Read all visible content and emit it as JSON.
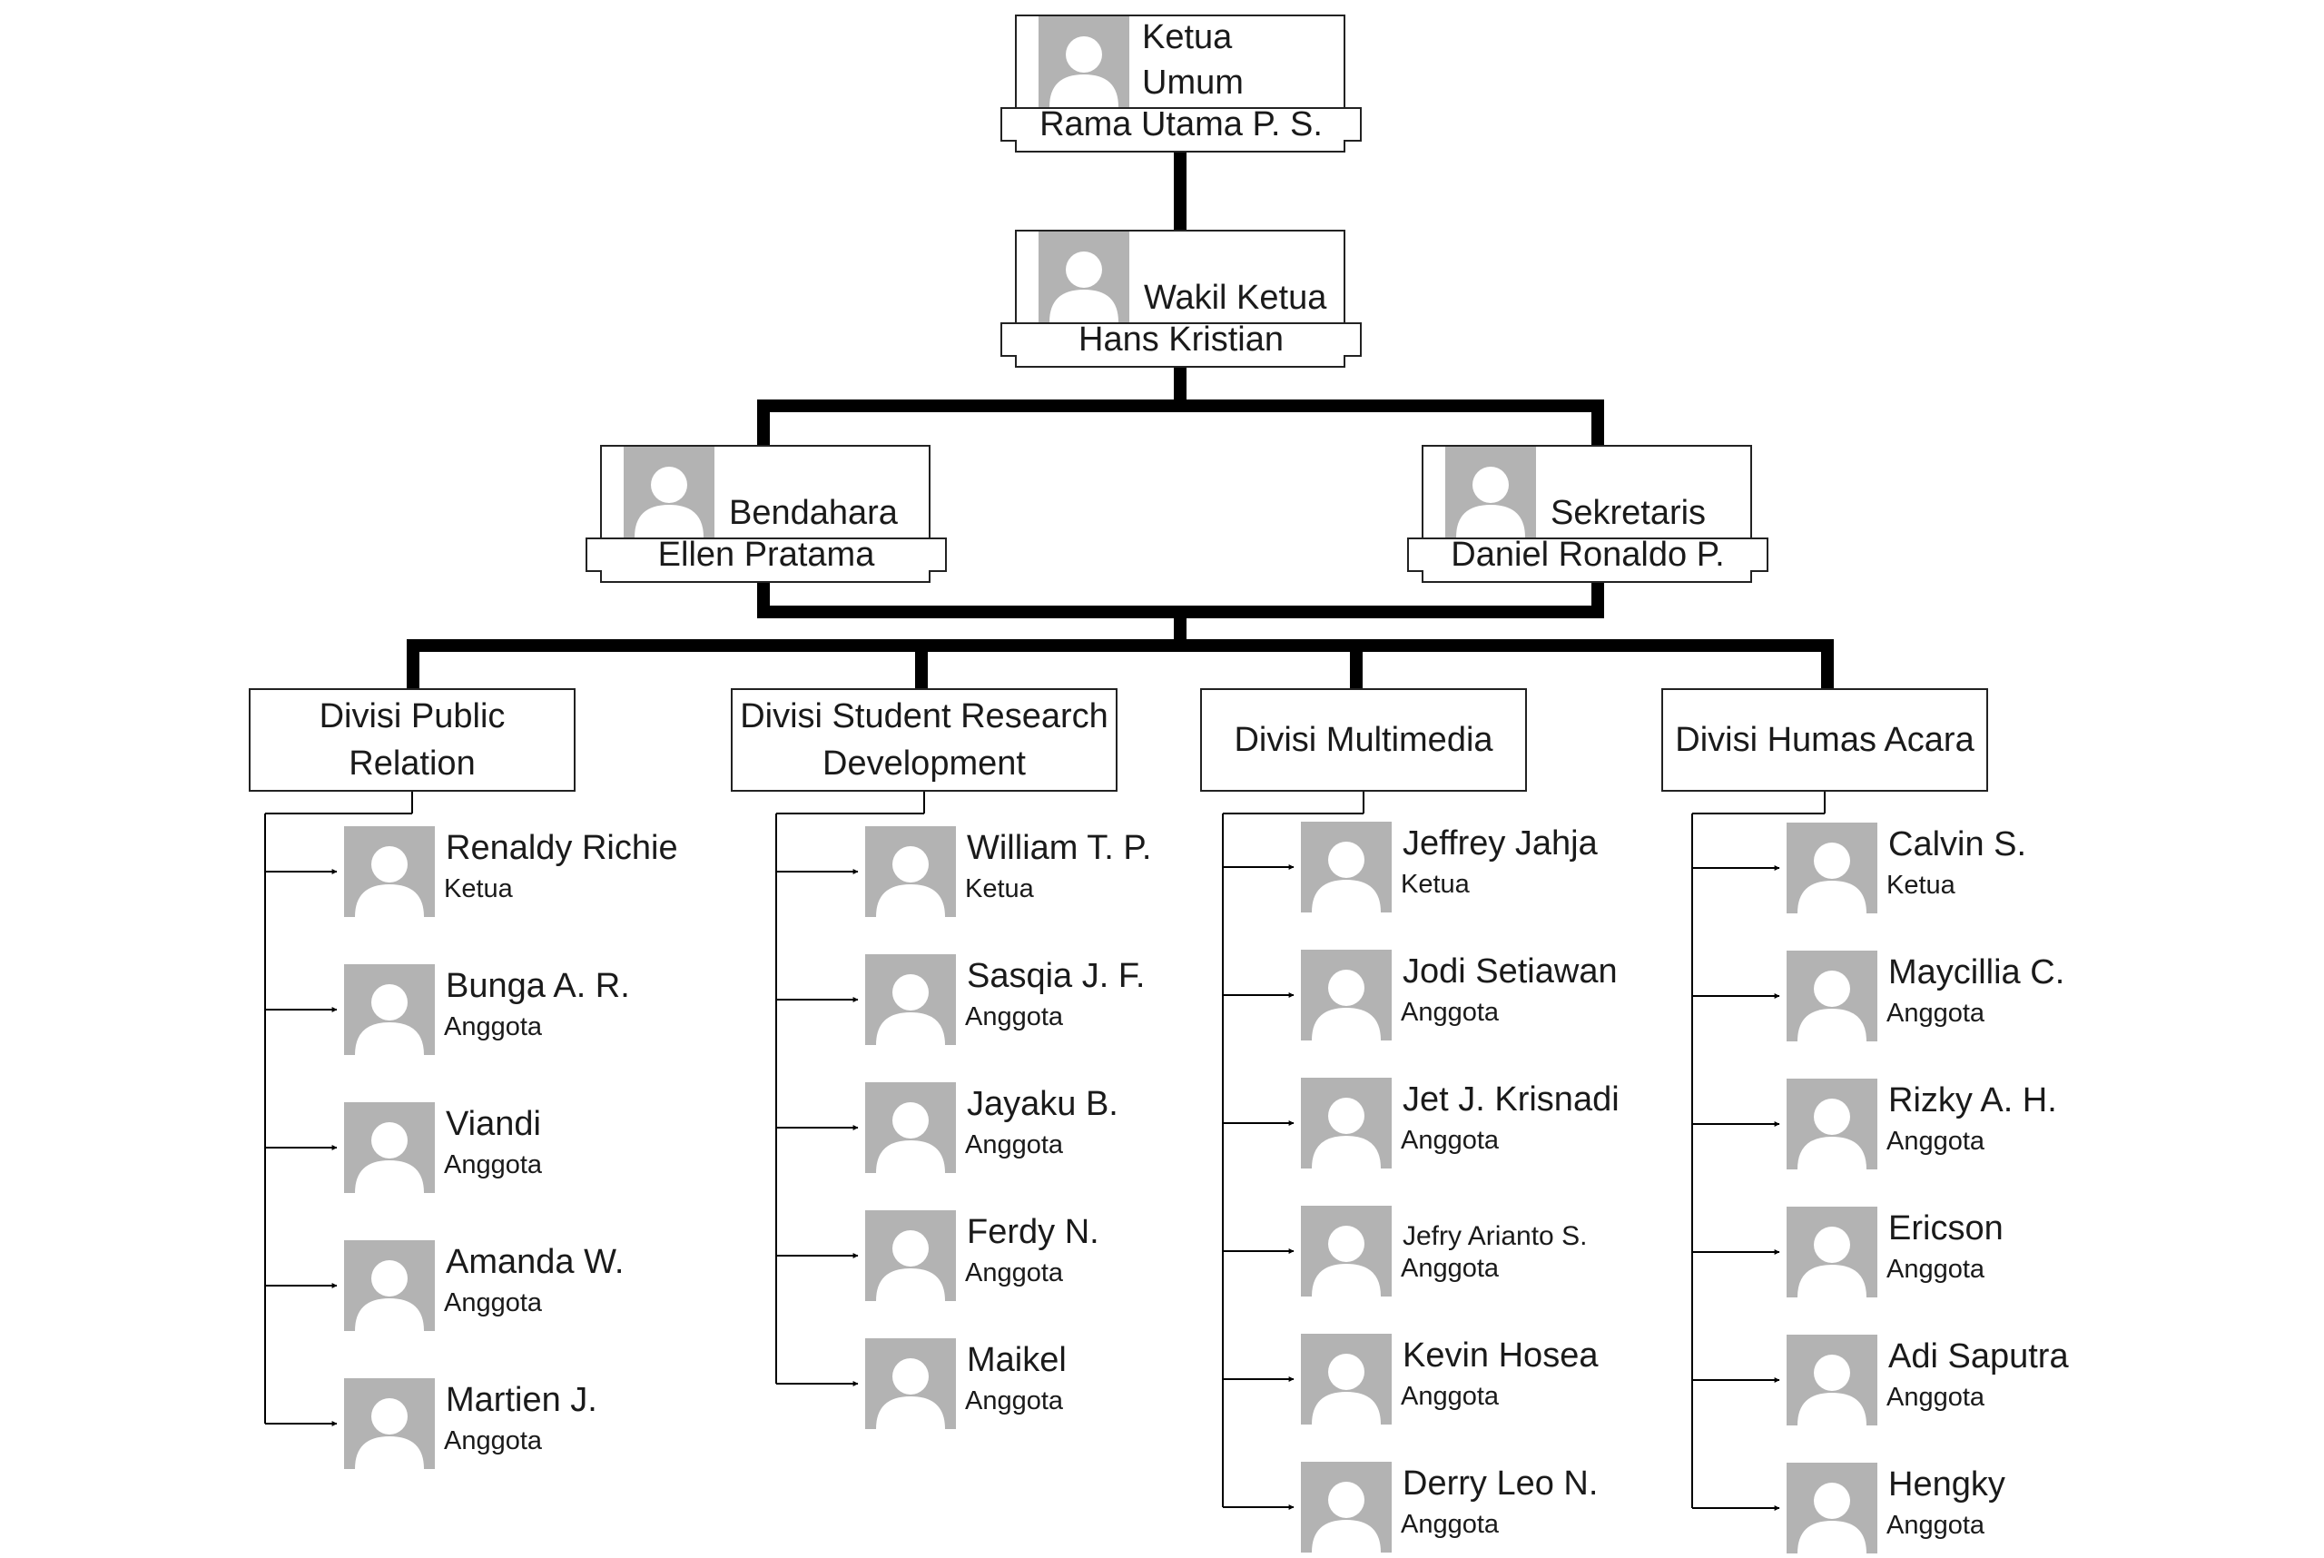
{
  "top": {
    "ketua": {
      "title_line1": "Ketua",
      "title_line2": "Umum",
      "name": "Rama Utama P. S."
    },
    "wakil": {
      "title": "Wakil Ketua",
      "name": "Hans Kristian"
    },
    "bendahara": {
      "title": "Bendahara",
      "name": "Ellen Pratama"
    },
    "sekretaris": {
      "title": "Sekretaris",
      "name": "Daniel Ronaldo P."
    }
  },
  "divisions": [
    {
      "title_line1": "Divisi Public",
      "title_line2": "Relation",
      "members": [
        {
          "name": "Renaldy Richie",
          "role": "Ketua"
        },
        {
          "name": "Bunga A. R.",
          "role": "Anggota"
        },
        {
          "name": "Viandi",
          "role": "Anggota"
        },
        {
          "name": "Amanda W.",
          "role": "Anggota"
        },
        {
          "name": "Martien J.",
          "role": "Anggota"
        }
      ]
    },
    {
      "title_line1": "Divisi Student Research",
      "title_line2": "Development",
      "members": [
        {
          "name": "William T. P.",
          "role": "Ketua"
        },
        {
          "name": "Sasqia J. F.",
          "role": "Anggota"
        },
        {
          "name": "Jayaku B.",
          "role": "Anggota"
        },
        {
          "name": "Ferdy N.",
          "role": "Anggota"
        },
        {
          "name": "Maikel",
          "role": "Anggota"
        }
      ]
    },
    {
      "title_line1": "Divisi Multimedia",
      "title_line2": "",
      "members": [
        {
          "name": "Jeffrey Jahja",
          "role": "Ketua"
        },
        {
          "name": "Jodi Setiawan",
          "role": "Anggota"
        },
        {
          "name": "Jet J. Krisnadi",
          "role": "Anggota"
        },
        {
          "name": "Jefry Arianto S.",
          "role": "Anggota"
        },
        {
          "name": "Kevin Hosea",
          "role": "Anggota"
        },
        {
          "name": "Derry Leo N.",
          "role": "Anggota"
        }
      ]
    },
    {
      "title_line1": "Divisi Humas Acara",
      "title_line2": "",
      "members": [
        {
          "name": "Calvin S.",
          "role": "Ketua"
        },
        {
          "name": "Maycillia C.",
          "role": "Anggota"
        },
        {
          "name": "Rizky A. H.",
          "role": "Anggota"
        },
        {
          "name": "Ericson",
          "role": "Anggota"
        },
        {
          "name": "Adi Saputra",
          "role": "Anggota"
        },
        {
          "name": "Hengky",
          "role": "Anggota"
        }
      ]
    }
  ],
  "icons": {
    "profile": "person-silhouette-icon",
    "arrow": "arrow-right-icon"
  },
  "colors": {
    "line": "#000000",
    "avatar_bg": "#b3b3b3",
    "avatar_figure": "#ffffff",
    "border": "#222222"
  }
}
